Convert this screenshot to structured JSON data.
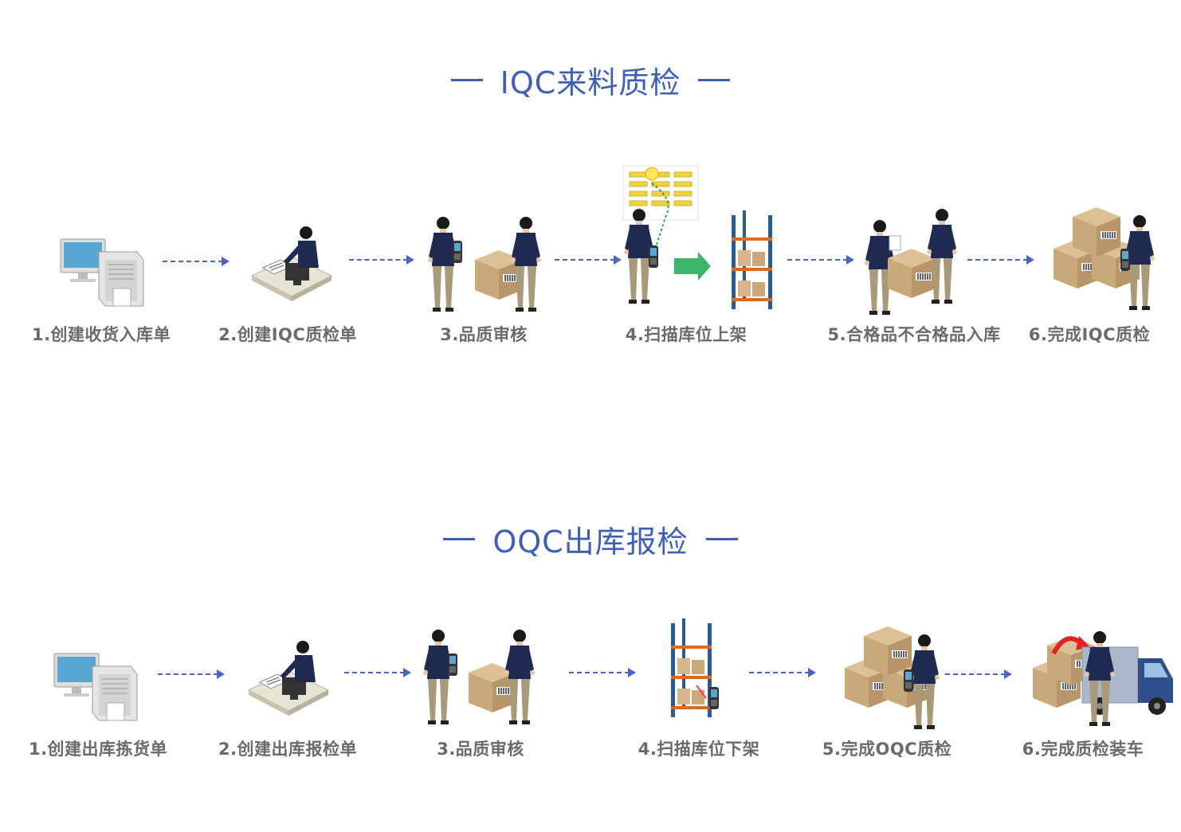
{
  "sections": [
    {
      "title": "IQC来料质检",
      "steps": [
        {
          "label": "1.创建收货入库单",
          "icon": "computer-printer-icon"
        },
        {
          "label": "2.创建IQC质检单",
          "icon": "worker-at-desk-icon"
        },
        {
          "label": "3.品质审核",
          "icon": "workers-inspecting-box-icon"
        },
        {
          "label": "4.扫描库位上架",
          "icon": "scan-location-shelve-icon"
        },
        {
          "label": "5.合格品不合格品入库",
          "icon": "workers-storing-box-icon"
        },
        {
          "label": "6.完成IQC质检",
          "icon": "worker-with-boxes-icon"
        }
      ]
    },
    {
      "title": "OQC出库报检",
      "steps": [
        {
          "label": "1.创建出库拣货单",
          "icon": "computer-printer-icon"
        },
        {
          "label": "2.创建出库报检单",
          "icon": "worker-at-desk-icon"
        },
        {
          "label": "3.品质审核",
          "icon": "workers-inspecting-box-icon"
        },
        {
          "label": "4.扫描库位下架",
          "icon": "scanner-shelf-icon"
        },
        {
          "label": "5.完成OQC质检",
          "icon": "worker-with-boxes-icon"
        },
        {
          "label": "6.完成质检装车",
          "icon": "worker-loading-truck-icon"
        }
      ]
    }
  ],
  "colors": {
    "title": "#3f5fb6",
    "arrow": "#4a66c0",
    "label": "#6a6a6a",
    "shirt": "#1f2a52",
    "pants": "#a89a78",
    "box": "#c9a87a",
    "shelf_frame": "#2a5a8f",
    "shelf_beam": "#e06a1c",
    "green_arrow": "#3ab56a",
    "truck": "#2e4f8a"
  }
}
